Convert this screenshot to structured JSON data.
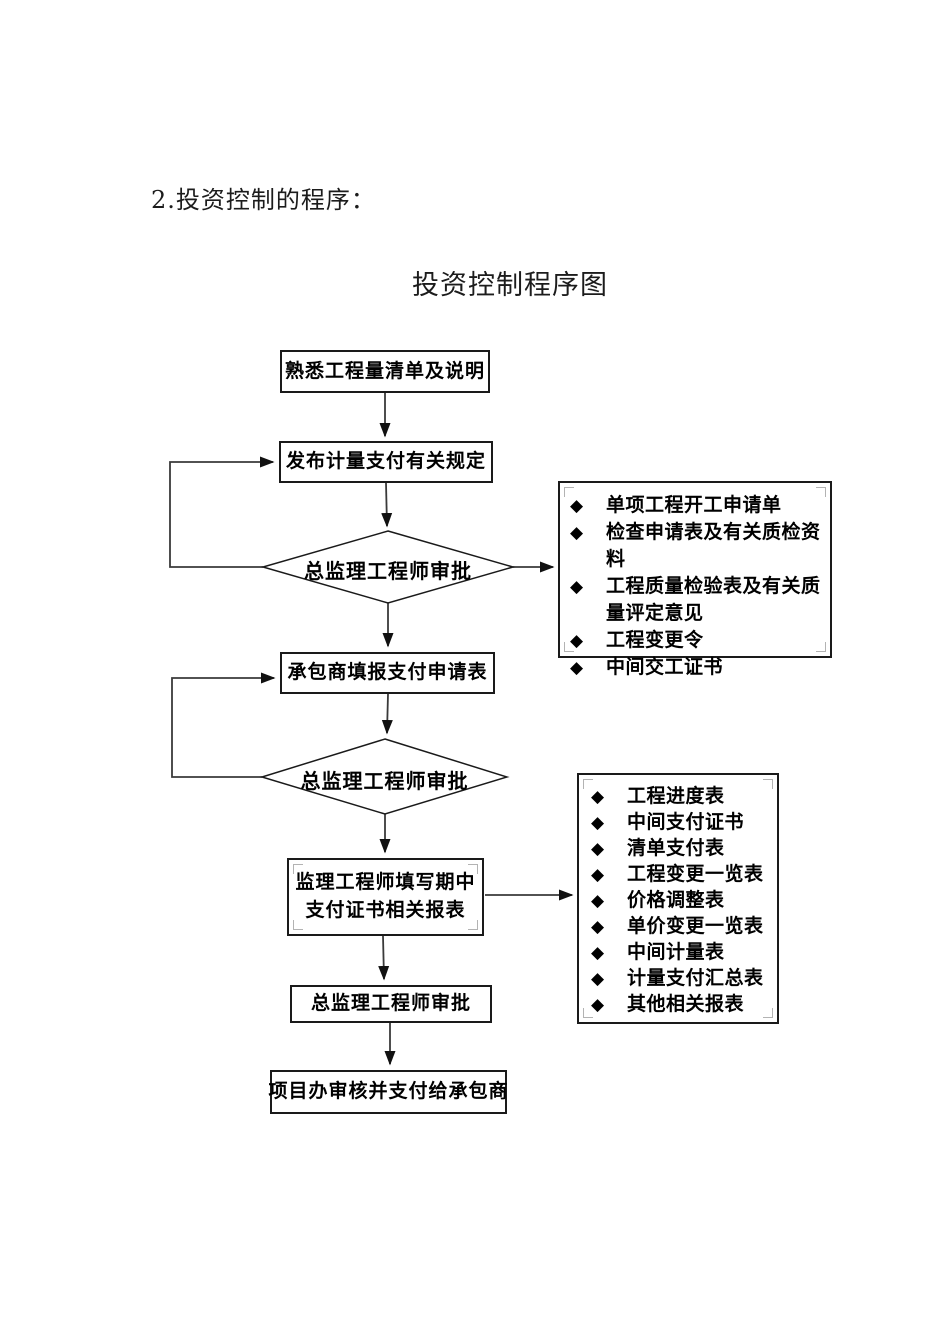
{
  "page": {
    "heading": "2.投资控制的程序：",
    "chart_title": "投资控制程序图"
  },
  "bullet_glyph": "◆",
  "flow": {
    "box1": {
      "label": "熟悉工程量清单及说明"
    },
    "box2": {
      "label": "发布计量支付有关规定"
    },
    "diamond1": {
      "label": "总监理工程师审批"
    },
    "box3": {
      "label": "承包商填报支付申请表"
    },
    "diamond2": {
      "label": "总监理工程师审批"
    },
    "box4": {
      "line1": "监理工程师填写期中",
      "line2": "支付证书相关报表"
    },
    "box5": {
      "label": "总监理工程师审批"
    },
    "box6": {
      "label": "项目办审核并支付给承包商"
    }
  },
  "list1": {
    "items": [
      "单项工程开工申请单",
      "检查申请表及有关质检资料",
      "工程质量检验表及有关质量评定意见",
      "工程变更令",
      "中间交工证书"
    ]
  },
  "list2": {
    "items": [
      "工程进度表",
      "中间支付证书",
      "清单支付表",
      "工程变更一览表",
      "价格调整表",
      "单价变更一览表",
      "中间计量表",
      "计量支付汇总表",
      "其他相关报表"
    ]
  },
  "colors": {
    "ink": "#1a1a1a",
    "line": "#3a3a3a",
    "crop_mark": "#b3b3b3",
    "background": "#ffffff"
  }
}
